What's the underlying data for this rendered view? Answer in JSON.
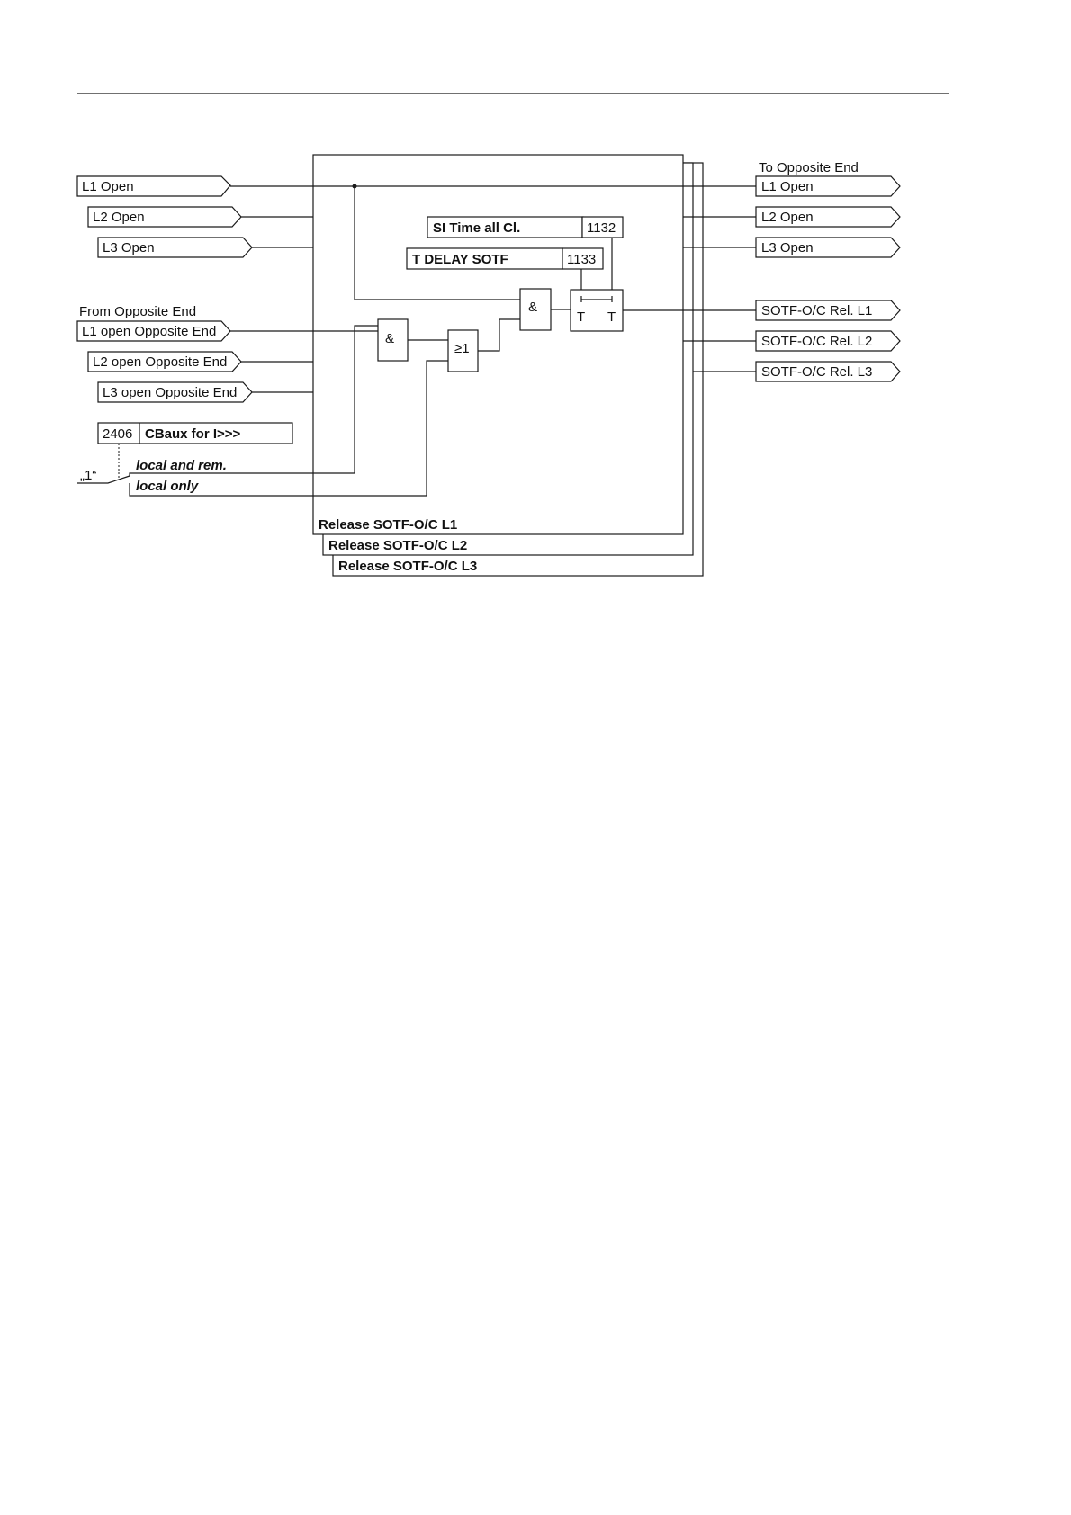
{
  "left_inputs": [
    {
      "label": "L1 Open"
    },
    {
      "label": "L2 Open"
    },
    {
      "label": "L3 Open"
    }
  ],
  "from_opposite_end": {
    "heading": "From Opposite End",
    "inputs": [
      {
        "label": "L1 open Opposite End"
      },
      {
        "label": "L2 open Opposite End"
      },
      {
        "label": "L3 open Opposite End"
      }
    ]
  },
  "parameters": {
    "si_time": {
      "name": "SI Time all Cl.",
      "address": "1132"
    },
    "t_delay": {
      "name": "T DELAY SOTF",
      "address": "1133"
    },
    "cbaux": {
      "address": "2406",
      "name": "CBaux for I>>>"
    }
  },
  "switch": {
    "constant": "„1“",
    "option_1": "local and rem.",
    "option_2": "local only"
  },
  "gates": {
    "and_1": "&",
    "and_2": "&",
    "or": "≥1",
    "timer_t1": "T",
    "timer_t2": "T"
  },
  "release_blocks": [
    {
      "label": "Release SOTF-O/C L1"
    },
    {
      "label": "Release SOTF-O/C L2"
    },
    {
      "label": "Release SOTF-O/C L3"
    }
  ],
  "to_opposite_end": {
    "heading": "To Opposite End",
    "outputs": [
      {
        "label": "L1 Open"
      },
      {
        "label": "L2 Open"
      },
      {
        "label": "L3 Open"
      }
    ]
  },
  "sotf_outputs": [
    {
      "label": "SOTF-O/C Rel. L1"
    },
    {
      "label": "SOTF-O/C Rel. L2"
    },
    {
      "label": "SOTF-O/C Rel. L3"
    }
  ]
}
